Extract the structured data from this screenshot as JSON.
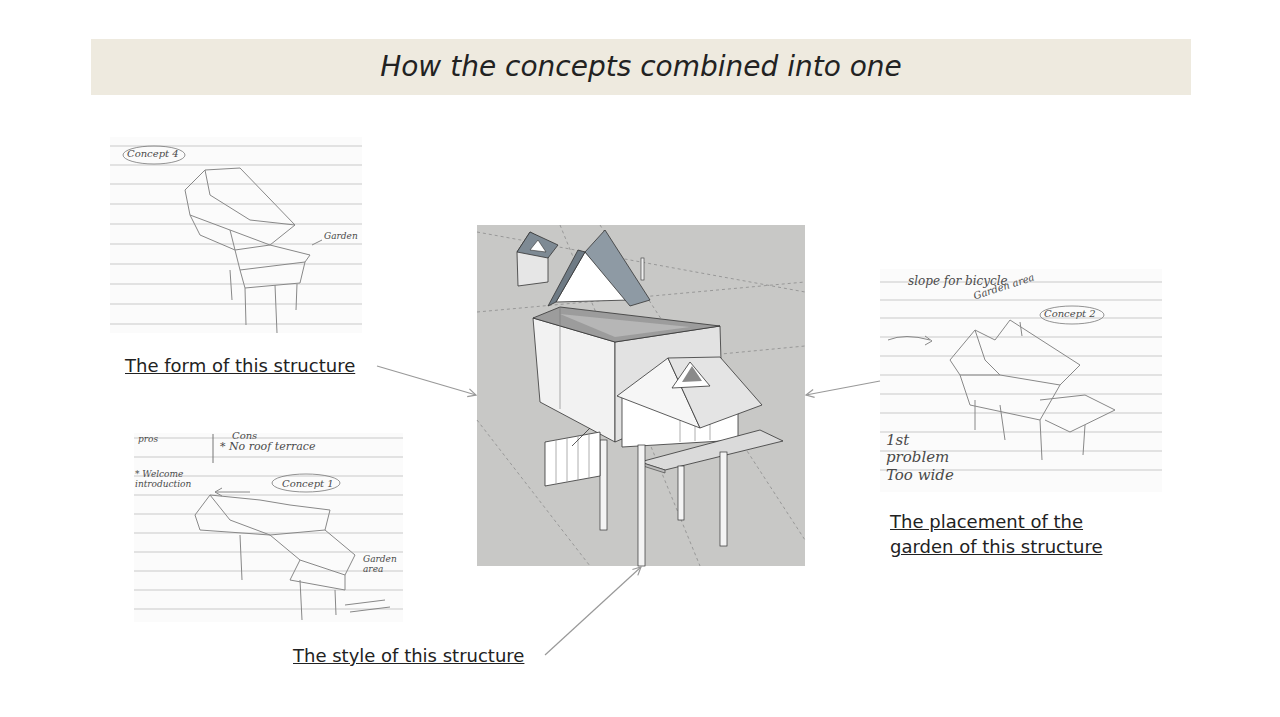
{
  "diagram": {
    "title": "How the concepts combined into one",
    "nodes": [
      {
        "text": [
          "Concept 4",
          "Garden"
        ]
      },
      {
        "text": [
          "slope for bicycle",
          "Garden area",
          "Concept 2",
          "1st problem Too wide"
        ]
      },
      {
        "text": [
          "pros",
          "Cons",
          "* No roof terrace",
          "* Welcome introduction",
          "Concept 1",
          "Garden area"
        ]
      }
    ],
    "labels": [
      "The form of this structure",
      "The placement of the garden of this structure",
      "The style of this structure"
    ]
  }
}
